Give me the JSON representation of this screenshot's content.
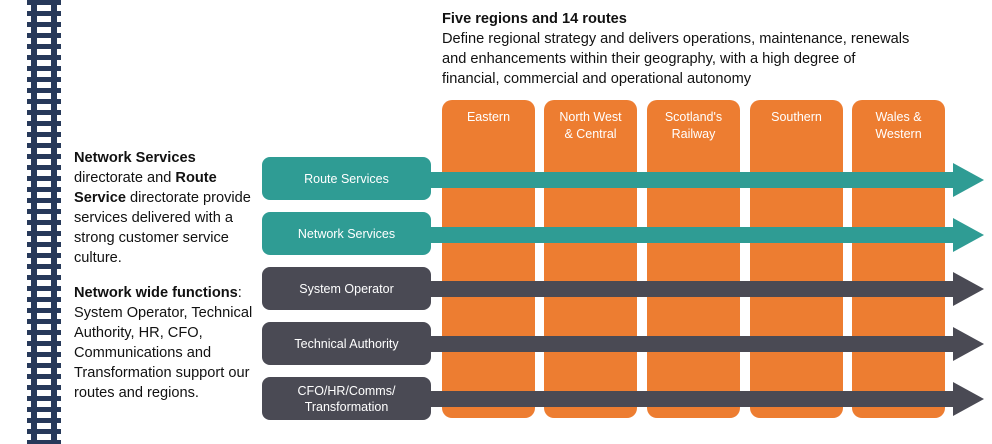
{
  "header": {
    "title": "Five regions and 14 routes",
    "lines": [
      "Define regional strategy and delivers operations, maintenance, renewals",
      "and enhancements within their geography, with a high degree of",
      "financial, commercial and operational autonomy"
    ]
  },
  "left_text": {
    "para1": {
      "bold1": "Network Services",
      "text1": " directorate and ",
      "bold2": "Route Service",
      "text2": " directorate provide services delivered with a strong customer service culture."
    },
    "para2": {
      "bold1": "Network wide functions",
      "text1": ": System Operator, Technical Authority, HR, CFO, Communications and Transformation support our routes and regions."
    }
  },
  "regions": [
    {
      "line1": "Eastern",
      "line2": ""
    },
    {
      "line1": "North West",
      "line2": "& Central"
    },
    {
      "line1": "Scotland's",
      "line2": "Railway"
    },
    {
      "line1": "Southern",
      "line2": ""
    },
    {
      "line1": "Wales &",
      "line2": "Western"
    }
  ],
  "functions": [
    {
      "line1": "Route Services",
      "line2": "",
      "style": "teal"
    },
    {
      "line1": "Network Services",
      "line2": "",
      "style": "teal"
    },
    {
      "line1": "System Operator",
      "line2": "",
      "style": "dark"
    },
    {
      "line1": "Technical Authority",
      "line2": "",
      "style": "dark"
    },
    {
      "line1": "CFO/HR/Comms/",
      "line2": "Transformation",
      "style": "dark"
    }
  ],
  "colors": {
    "region": "#ed7d31",
    "teal": "#2f9c94",
    "dark": "#4a4a54",
    "track": "#27395a"
  }
}
